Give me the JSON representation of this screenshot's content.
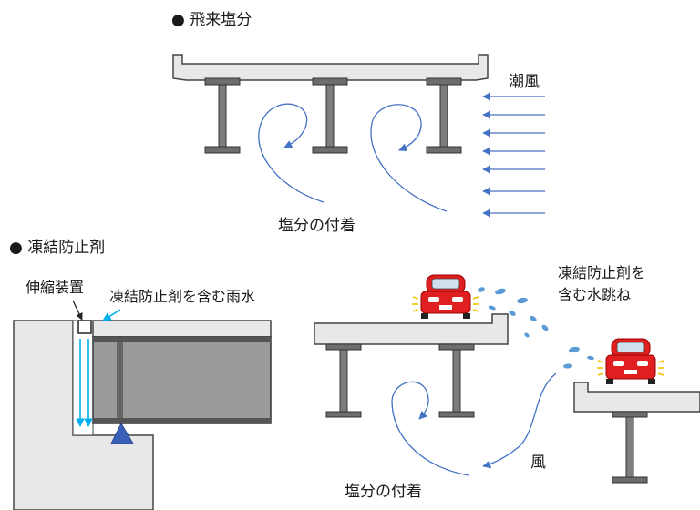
{
  "section1": {
    "heading": "● 飛来塩分",
    "wind_label": "潮風",
    "deposit_label": "塩分の付着"
  },
  "section2": {
    "heading": "● 凍結防止剤",
    "expansion_joint_label": "伸縮装置",
    "rain_label": "凍結防止剤を含む雨水",
    "splash_label_line1": "凍結防止剤を",
    "splash_label_line2": "含む水跳ね",
    "wind_label": "風",
    "deposit_label": "塩分の付着"
  },
  "colors": {
    "deck_fill": "#e8e8e8",
    "outline": "#444444",
    "arrow_blue": "#4472c4",
    "rain_blue": "#00b0f0",
    "car_red": "#e02020",
    "bearing_blue": "#3a5fb8",
    "droplet_blue": "#5b9bd5",
    "girder_gray": "#9a9a9a"
  }
}
